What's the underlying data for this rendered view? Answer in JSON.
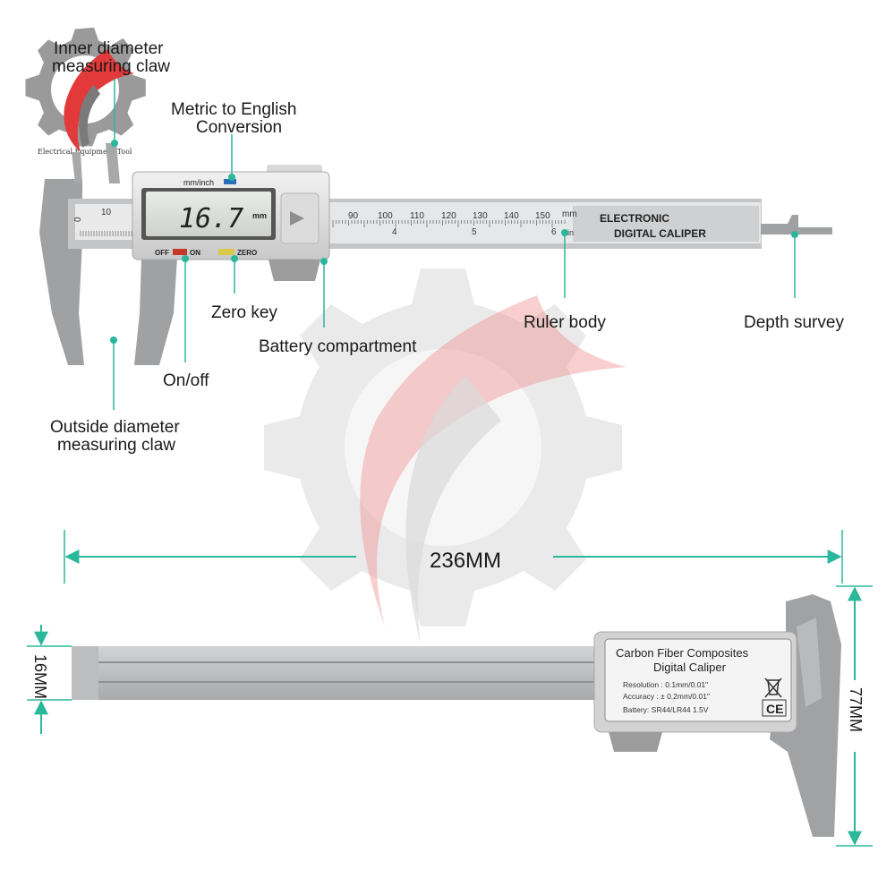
{
  "logo": {
    "caption": "Electrical Equipment Tool"
  },
  "caliper": {
    "lcd_top_label": "mm/inch",
    "reading": "16.7",
    "reading_unit": "mm",
    "off_label": "OFF",
    "on_label": "ON",
    "zero_label": "ZERO",
    "brand_line1": "ELECTRONIC",
    "brand_line2": "DIGITAL CALIPER",
    "mm_unit": "mm",
    "in_unit": "in",
    "jaw_scale": [
      "0",
      "10"
    ],
    "mm_scale": [
      "90",
      "100",
      "110",
      "120",
      "130",
      "140",
      "150"
    ],
    "in_scale": [
      "4",
      "5",
      "6"
    ]
  },
  "callouts": {
    "inner_claw": [
      "Inner diameter",
      "measuring claw"
    ],
    "metric": [
      "Metric to English",
      "Conversion"
    ],
    "zero_key": "Zero key",
    "battery": "Battery compartment",
    "ruler": "Ruler body",
    "depth": "Depth survey",
    "onoff": "On/off",
    "outside_claw": [
      "Outside diameter",
      "measuring claw"
    ]
  },
  "dimensions": {
    "length": "236MM",
    "thickness": "16MM",
    "height": "77MM"
  },
  "back_label": {
    "line1": "Carbon Fiber Composites",
    "line2": "Digital  Caliper",
    "resolution": "Resolution : 0.1mm/0.01\"",
    "accuracy": "Accuracy : ± 0.2mm/0.01\"",
    "battery": "Battery: SR44/LR44 1.5V",
    "ce_mark": "CE"
  },
  "colors": {
    "accent": "#2ab79b",
    "watermark_red": "#e23a3a",
    "body_gray": "#a7a9ab"
  }
}
